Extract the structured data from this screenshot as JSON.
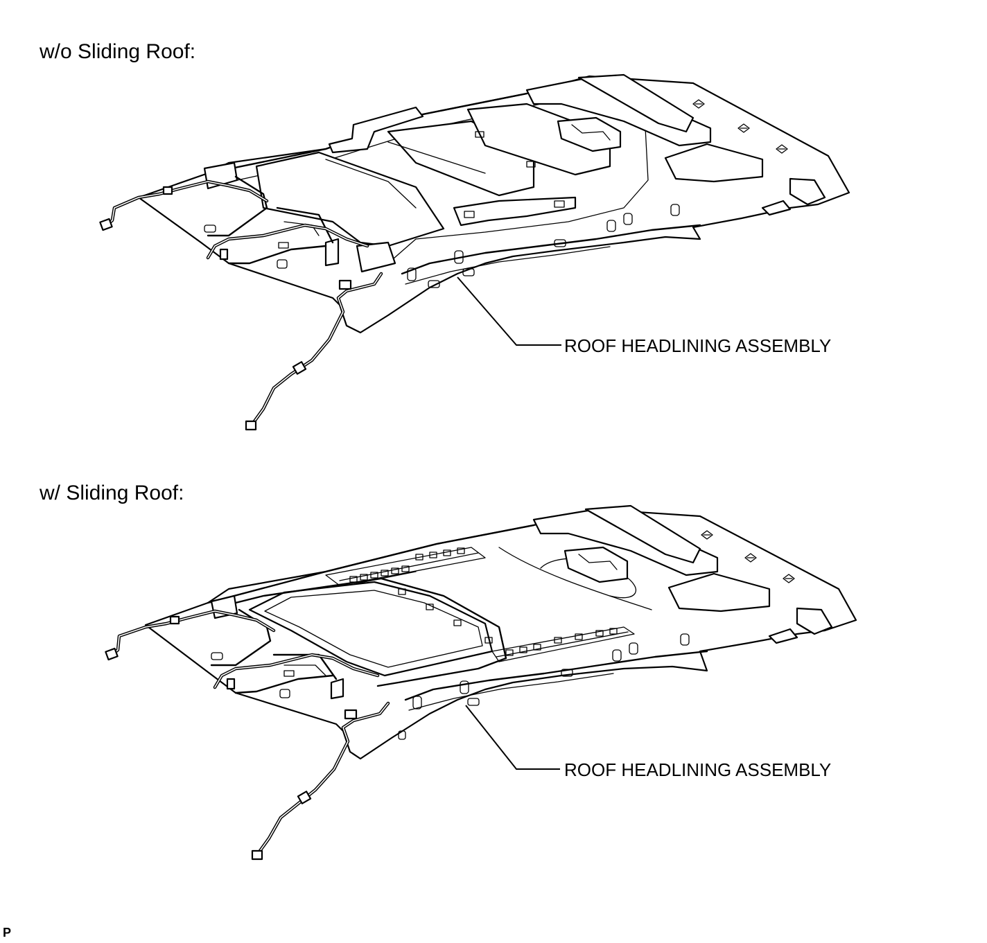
{
  "sections": [
    {
      "title": "w/o Sliding Roof:",
      "callout": "ROOF HEADLINING ASSEMBLY"
    },
    {
      "title": "w/ Sliding Roof:",
      "callout": "ROOF HEADLINING ASSEMBLY"
    }
  ],
  "corner_mark": "P"
}
